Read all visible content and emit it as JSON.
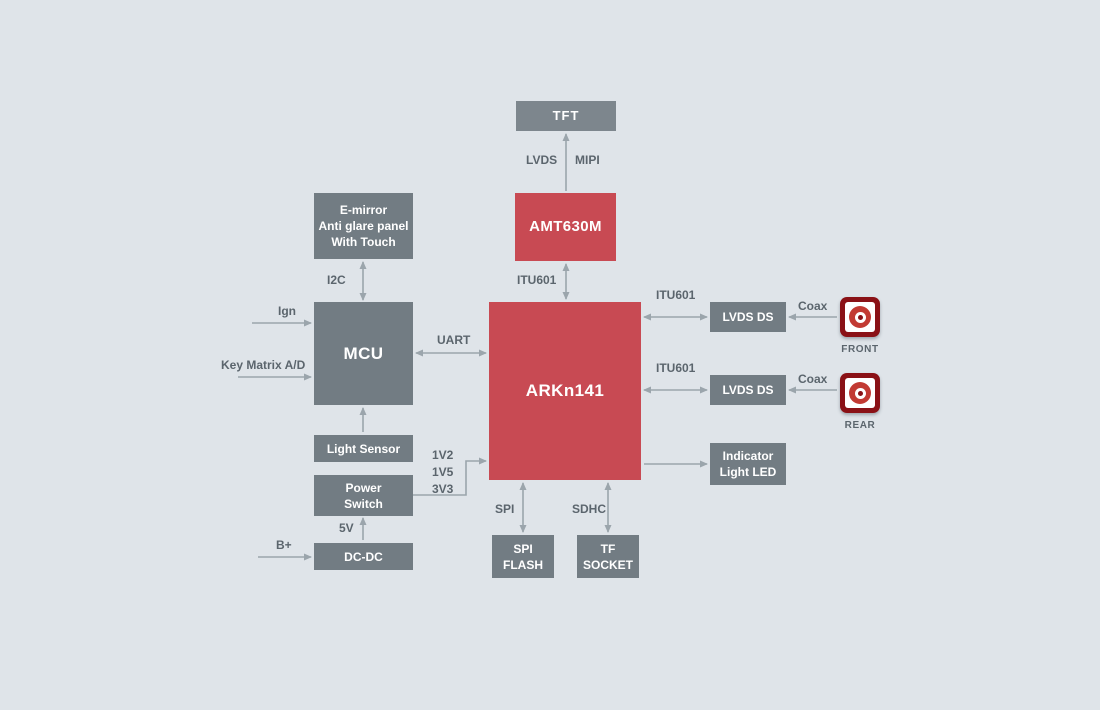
{
  "colors": {
    "background": "#dfe4e9",
    "block_gray": "#727c83",
    "block_gray_light": "#7d868d",
    "block_red": "#c84a53",
    "arrow": "#9ba5ac",
    "label_text": "#5b656d",
    "camera_red": "#8a1116",
    "block_text": "#ffffff"
  },
  "blocks": {
    "tft": {
      "label": "TFT"
    },
    "amt630m": {
      "label": "AMT630M"
    },
    "emirror": {
      "lines": [
        "E-mirror",
        "Anti glare panel",
        "With Touch"
      ]
    },
    "mcu": {
      "label": "MCU"
    },
    "arkn141": {
      "label": "ARKn141"
    },
    "lvds_ds_front": {
      "label": "LVDS DS"
    },
    "lvds_ds_rear": {
      "label": "LVDS DS"
    },
    "indicator_led": {
      "lines": [
        "Indicator",
        "Light LED"
      ]
    },
    "light_sensor": {
      "label": "Light Sensor"
    },
    "power_switch": {
      "lines": [
        "Power",
        "Switch"
      ]
    },
    "dc_dc": {
      "label": "DC-DC"
    },
    "spi_flash": {
      "lines": [
        "SPI",
        "FLASH"
      ]
    },
    "tf_socket": {
      "lines": [
        "TF",
        "SOCKET"
      ]
    }
  },
  "labels": {
    "lvds": "LVDS",
    "mipi": "MIPI",
    "itu601_display": "ITU601",
    "i2c": "I2C",
    "ign": "Ign",
    "key_matrix": "Key Matrix A/D",
    "uart": "UART",
    "itu601_front": "ITU601",
    "coax_front": "Coax",
    "camera_front": "FRONT",
    "itu601_rear": "ITU601",
    "coax_rear": "Coax",
    "camera_rear": "REAR",
    "rail_1v2": "1V2",
    "rail_1v5": "1V5",
    "rail_3v3": "3V3",
    "v5": "5V",
    "b_plus": "B+",
    "spi": "SPI",
    "sdhc": "SDHC"
  }
}
